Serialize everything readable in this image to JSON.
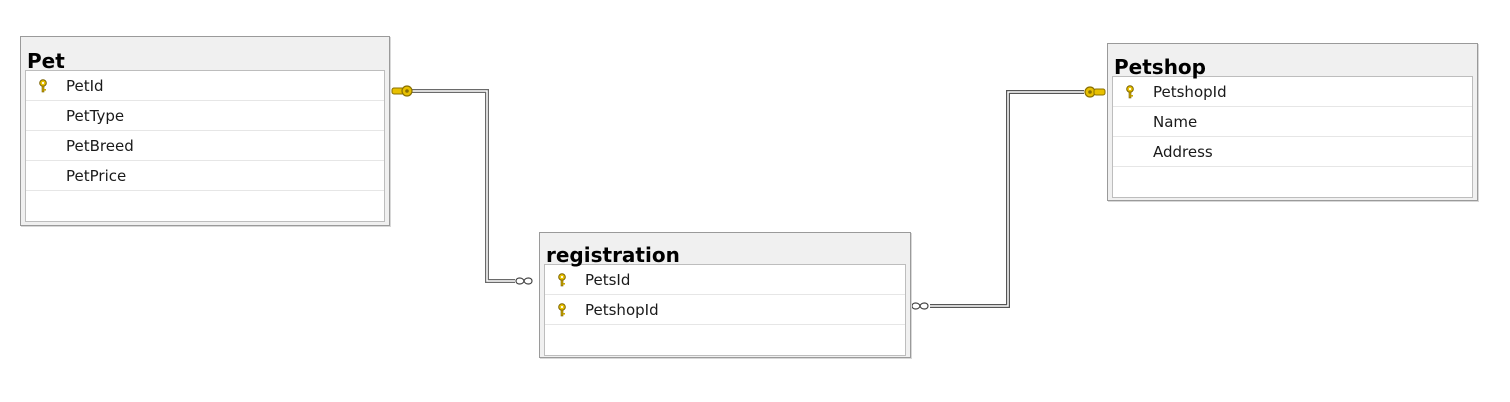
{
  "tables": [
    {
      "id": "t-pet",
      "name": "Pet",
      "columns": [
        {
          "name": "PetId",
          "key": true
        },
        {
          "name": "PetType",
          "key": false
        },
        {
          "name": "PetBreed",
          "key": false
        },
        {
          "name": "PetPrice",
          "key": false
        }
      ]
    },
    {
      "id": "t-registration",
      "name": "registration",
      "columns": [
        {
          "name": "PetsId",
          "key": true
        },
        {
          "name": "PetshopId",
          "key": true
        }
      ]
    },
    {
      "id": "t-petshop",
      "name": "Petshop",
      "columns": [
        {
          "name": "PetshopId",
          "key": true
        },
        {
          "name": "Name",
          "key": false
        },
        {
          "name": "Address",
          "key": false
        }
      ]
    }
  ],
  "relationships": [
    {
      "from_table": "Pet",
      "from_end": "one (key)",
      "to_table": "registration",
      "to_end": "many (infinity)"
    },
    {
      "from_table": "Petshop",
      "from_end": "one (key)",
      "to_table": "registration",
      "to_end": "many (infinity)"
    }
  ],
  "icons": {
    "primary_key": "key-icon",
    "one_end": "key-connector-icon",
    "many_end": "infinity-icon"
  },
  "colors": {
    "key_gold": "#e8c000",
    "line": "#555555"
  }
}
